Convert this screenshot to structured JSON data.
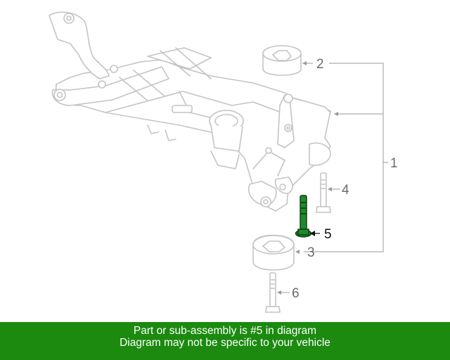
{
  "callouts": {
    "c1": "1",
    "c2": "2",
    "c3": "3",
    "c4": "4",
    "c5": "5",
    "c6": "6"
  },
  "banner": {
    "line1": "Part or sub-assembly is #5 in diagram",
    "line2": "Diagram may not be specific to your vehicle"
  },
  "colors": {
    "line_art": "#c4c4c4",
    "highlight_part": "#1f8a2a",
    "banner_bg": "#1b8a0f",
    "banner_text": "#ffffff"
  },
  "highlighted_part": "5"
}
